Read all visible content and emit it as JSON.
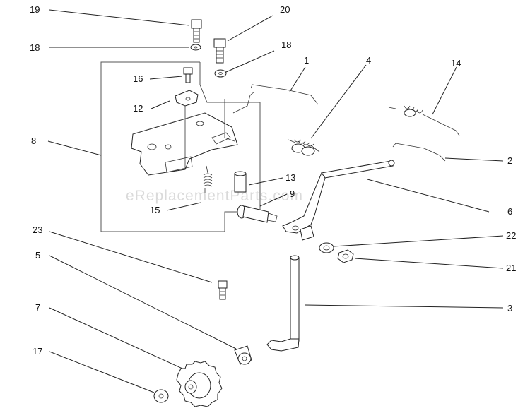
{
  "watermark": "eReplacementParts.com",
  "labels": {
    "p19": "19",
    "p20": "20",
    "p18a": "18",
    "p18b": "18",
    "p1": "1",
    "p4": "4",
    "p14": "14",
    "p16": "16",
    "p12": "12",
    "p8": "8",
    "p2": "2",
    "p13": "13",
    "p9": "9",
    "p6": "6",
    "p15": "15",
    "p23": "23",
    "p22": "22",
    "p5": "5",
    "p21": "21",
    "p7": "7",
    "p3": "3",
    "p17": "17"
  }
}
